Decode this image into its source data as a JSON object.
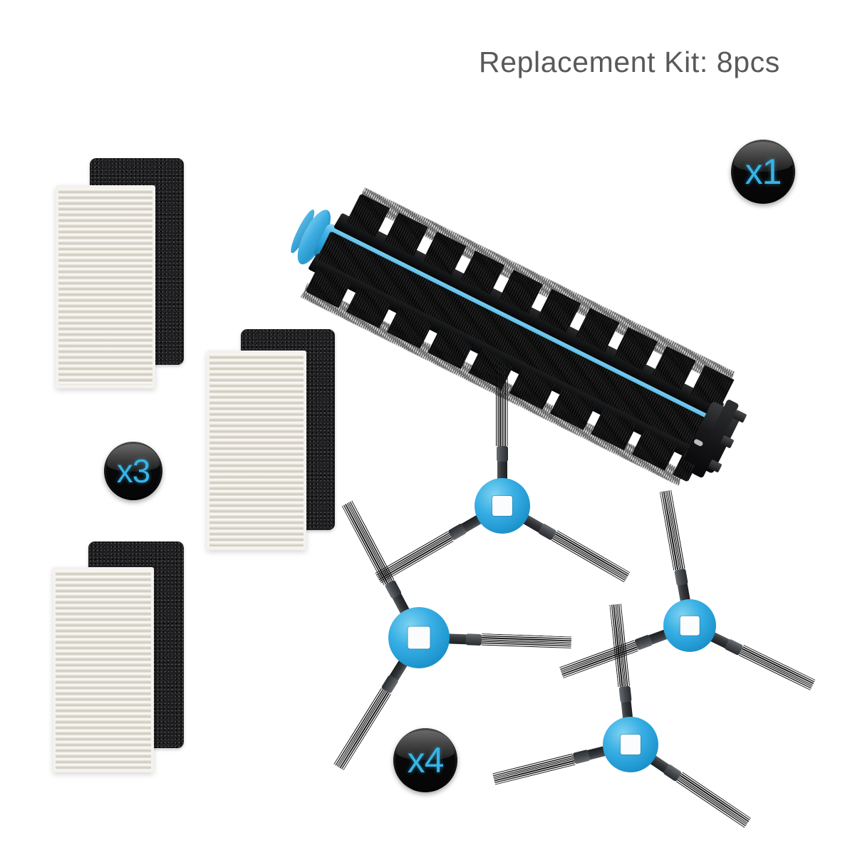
{
  "header": {
    "title": "Replacement Kit: 8pcs",
    "title_color": "#58595b"
  },
  "theme": {
    "accent_blue": "#2fa8de",
    "badge_text_color": "#36b4e8",
    "badge_body_color": "#0a0a0a",
    "background": "#ffffff",
    "bristle_black": "#121213",
    "sponge_black": "#1f1f21",
    "hepa_cream": "#e2ded4"
  },
  "badges": [
    {
      "id": "x1",
      "label": "x1",
      "for": "roller-brush"
    },
    {
      "id": "x3",
      "label": "x3",
      "for": "filters"
    },
    {
      "id": "x4",
      "label": "x4",
      "for": "side-brushes"
    }
  ],
  "parts": [
    {
      "name": "main-roller-brush",
      "quantity_label": "x1",
      "quantity": 1,
      "color_core": "#2a9fd8",
      "color_bristles": "#121213"
    },
    {
      "name": "filter-set",
      "quantity_label": "x3",
      "quantity": 3,
      "components": [
        "sponge-filter",
        "hepa-pleated-filter"
      ]
    },
    {
      "name": "side-brush",
      "quantity_label": "x4",
      "quantity": 4,
      "arms": 3,
      "color_hub": "#2fa8de"
    }
  ],
  "filter_sets": [
    {
      "id": "filter-set-1",
      "sponge_label": "sponge-filter",
      "hepa_label": "hepa-pleated-filter"
    },
    {
      "id": "filter-set-2",
      "sponge_label": "sponge-filter",
      "hepa_label": "hepa-pleated-filter"
    },
    {
      "id": "filter-set-3",
      "sponge_label": "sponge-filter",
      "hepa_label": "hepa-pleated-filter"
    }
  ],
  "side_brushes": [
    {
      "id": "side-brush-1"
    },
    {
      "id": "side-brush-2"
    },
    {
      "id": "side-brush-3"
    },
    {
      "id": "side-brush-4"
    }
  ]
}
